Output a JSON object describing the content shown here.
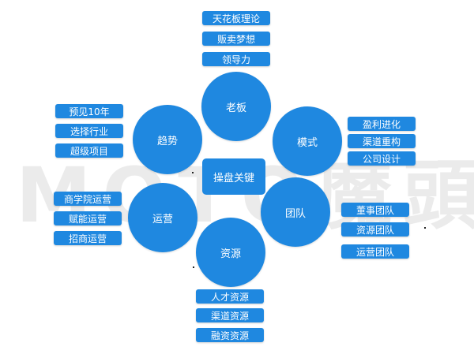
{
  "watermark": "MOTO魔頭",
  "center": "操盘关键",
  "nodes": {
    "top": {
      "label": "老板",
      "items": [
        "天花板理论",
        "贩卖梦想",
        "领导力"
      ]
    },
    "left_upper": {
      "label": "趋势",
      "items": [
        "预见10年",
        "选择行业",
        "超级项目"
      ]
    },
    "right_upper": {
      "label": "模式",
      "items": [
        "盈利进化",
        "渠道重构",
        "公司设计"
      ]
    },
    "left_lower": {
      "label": "运营",
      "items": [
        "商学院运营",
        "赋能运营",
        "招商运营"
      ]
    },
    "right_lower": {
      "label": "团队",
      "items": [
        "董事团队",
        "资源团队",
        "运营团队"
      ]
    },
    "bottom": {
      "label": "资源",
      "items": [
        "人才资源",
        "渠道资源",
        "融资资源"
      ]
    }
  },
  "colors": {
    "primary": "#1f88e0"
  }
}
